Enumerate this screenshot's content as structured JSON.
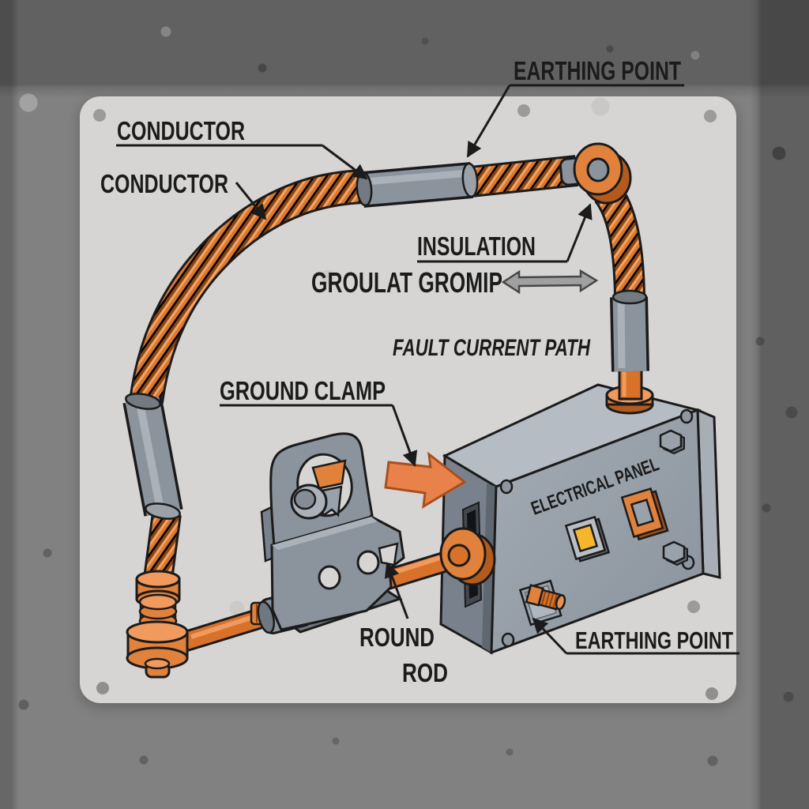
{
  "diagram": {
    "title_context": "earthing / grounding system illustration",
    "labels": {
      "earthing_point_top": "EARTHING POINT",
      "conductor_insulated": "CONDUCTOR",
      "conductor_bare": "CONDUCTOR",
      "insulation": "INSULATION",
      "groulat_gromip": "GROULAT GROMIP",
      "fault_current_path": "FAULT CURRENT PATH",
      "ground_clamp": "GROUND CLAMP",
      "round": "ROUND",
      "rod": "ROD",
      "earthing_point_bottom": "EARTHING POINT",
      "panel_title": "ELECTRICAL PANEL"
    },
    "icons": {
      "fault_current_arrow": "thick-right-arrow",
      "current_path_arrow": "double-headed-horizontal-arrow",
      "leader_arrowheads": "filled-triangle"
    },
    "colors": {
      "background_concrete": "#818181",
      "plate": "#d6d5d3",
      "copper": "#d9782f",
      "copper_dark": "#8a4513",
      "copper_highlight": "#f0a566",
      "fitting_orange": "#e0813c",
      "fitting_orange_dark": "#b35b1f",
      "insulation_gray": "#8b939c",
      "panel_front": "#99a1aa",
      "panel_top": "#b6bcc3",
      "panel_side": "#79828c",
      "indicator_yellow": "#f6b52d",
      "label_text": "#1b1b1b",
      "path_arrow_gray": "#a0a0a0",
      "fault_arrow_orange": "#e8824a"
    }
  }
}
